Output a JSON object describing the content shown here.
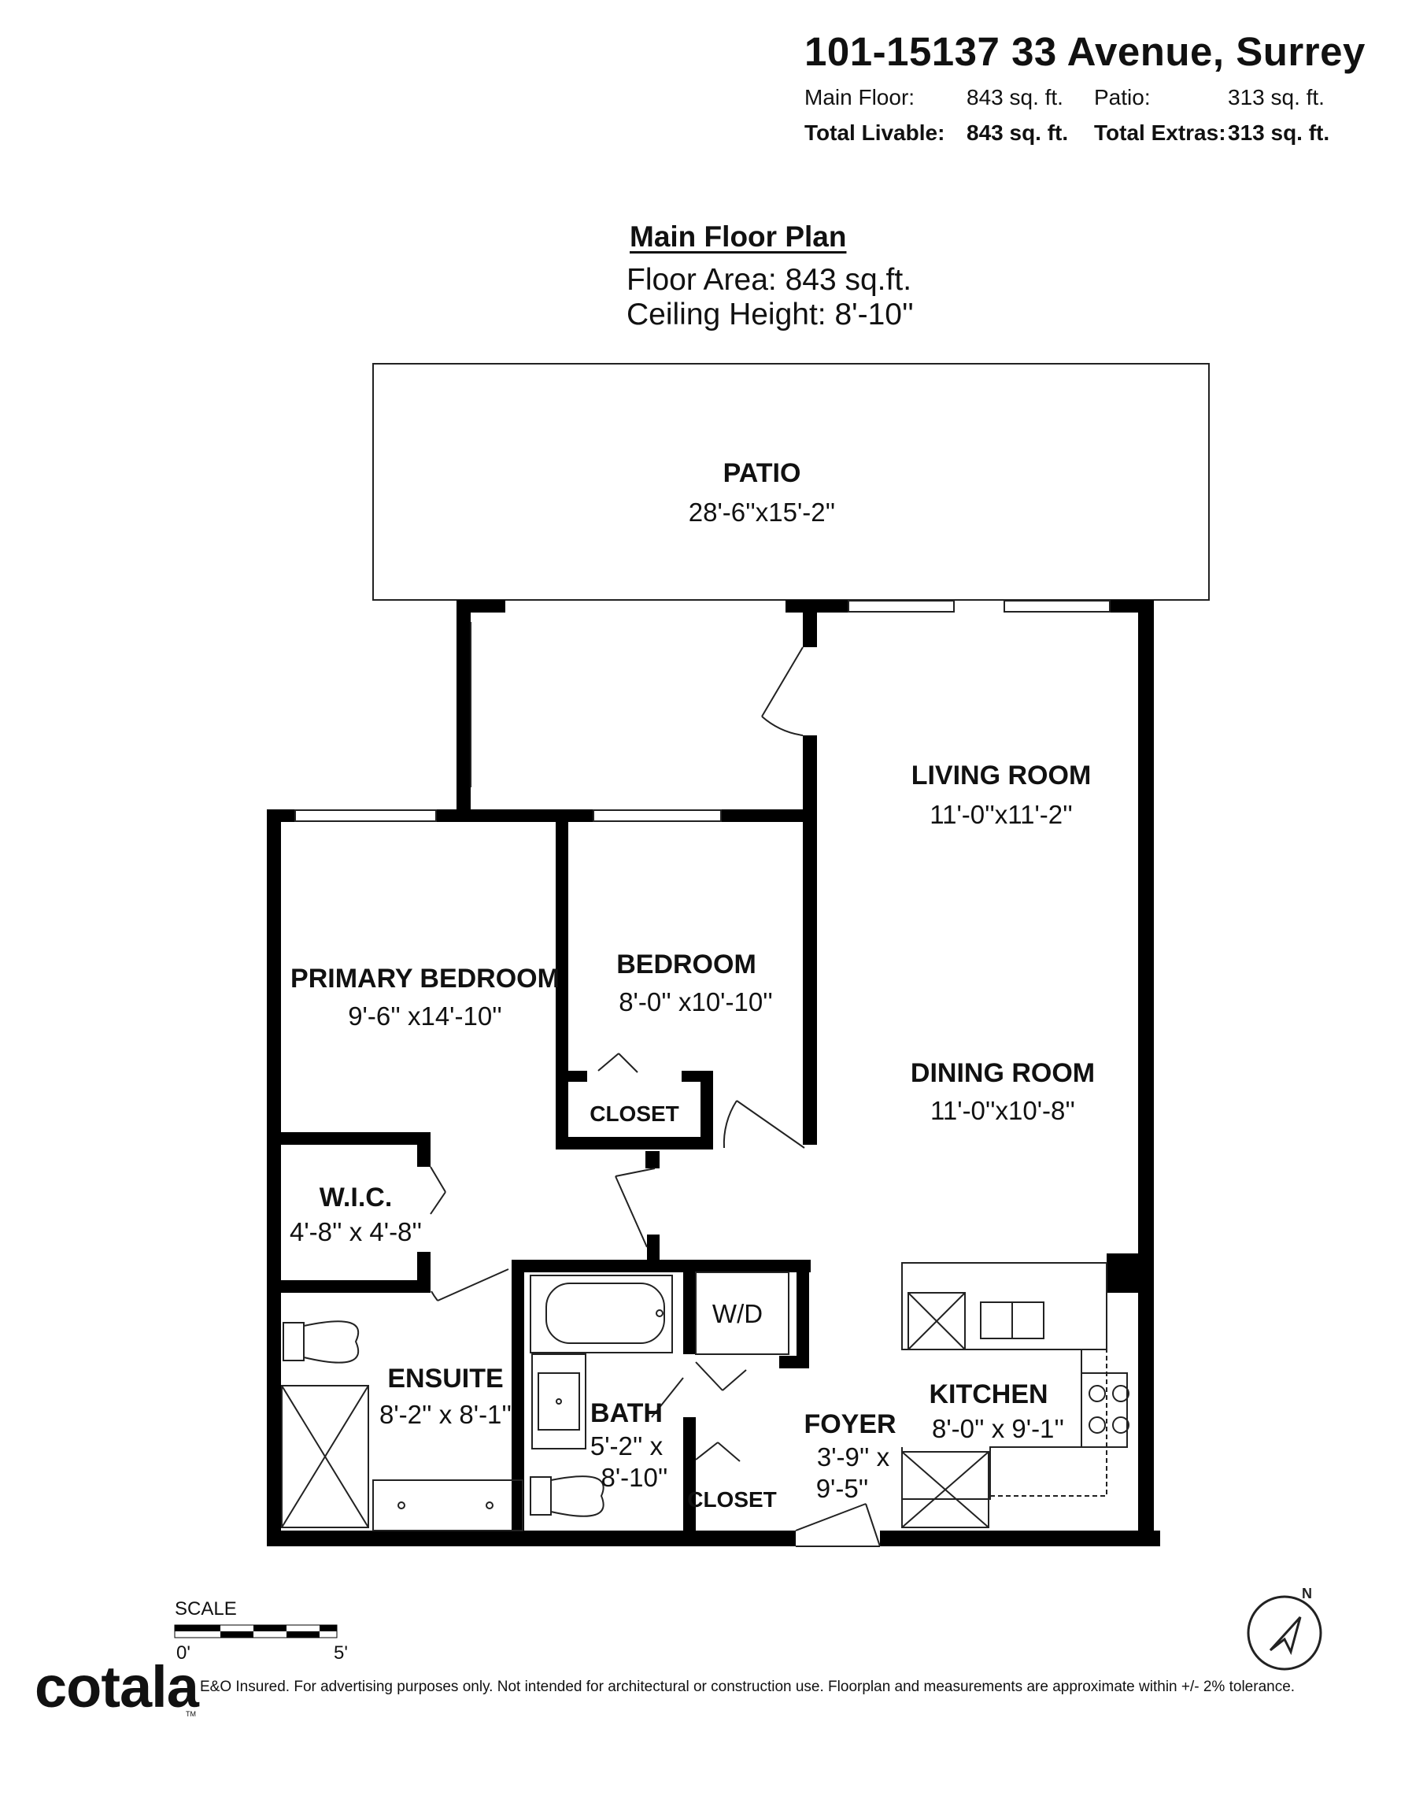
{
  "header": {
    "address": "101-15137 33 Avenue, Surrey",
    "main_floor_label": "Main Floor:",
    "main_floor_value": "843 sq. ft.",
    "patio_label": "Patio:",
    "patio_value": "313 sq. ft.",
    "total_livable_label": "Total Livable:",
    "total_livable_value": "843 sq. ft.",
    "total_extras_label": "Total Extras:",
    "total_extras_value": "313 sq. ft."
  },
  "plan": {
    "title": "Main Floor Plan",
    "floor_area": "Floor Area: 843 sq.ft.",
    "ceiling_height": "Ceiling Height: 8'-10''"
  },
  "rooms": {
    "patio": {
      "name": "PATIO",
      "dims": "28'-6''x15'-2''"
    },
    "living": {
      "name": "LIVING ROOM",
      "dims": "11'-0''x11'-2''"
    },
    "primary_bedroom": {
      "name": "PRIMARY BEDROOM",
      "dims": "9'-6'' x14'-10''"
    },
    "bedroom": {
      "name": "BEDROOM",
      "dims": "8'-0'' x10'-10''"
    },
    "dining": {
      "name": "DINING ROOM",
      "dims": "11'-0''x10'-8''"
    },
    "closet_bedroom": {
      "name": "CLOSET"
    },
    "wic": {
      "name": "W.I.C.",
      "dims": "4'-8'' x 4'-8''"
    },
    "wd": {
      "name": "W/D"
    },
    "ensuite": {
      "name": "ENSUITE",
      "dims": "8'-2'' x 8'-1''"
    },
    "kitchen": {
      "name": "KITCHEN",
      "dims": "8'-0'' x 9'-1''"
    },
    "bath": {
      "name": "BATH",
      "dims_line1": "5'-2'' x",
      "dims_line2": "8'-10''"
    },
    "foyer": {
      "name": "FOYER",
      "dims_line1": "3'-9'' x",
      "dims_line2": "9'-5''"
    },
    "closet_foyer": {
      "name": "CLOSET"
    }
  },
  "scale": {
    "label": "SCALE",
    "start": "0'",
    "end": "5'"
  },
  "footer": {
    "logo": "cotala",
    "logo_tm": "TM",
    "disclaimer": "E&O Insured. For advertising purposes only. Not intended for architectural or construction use. Floorplan and measurements are approximate within +/- 2% tolerance."
  },
  "icons": {
    "compass": "north-arrow-icon"
  }
}
